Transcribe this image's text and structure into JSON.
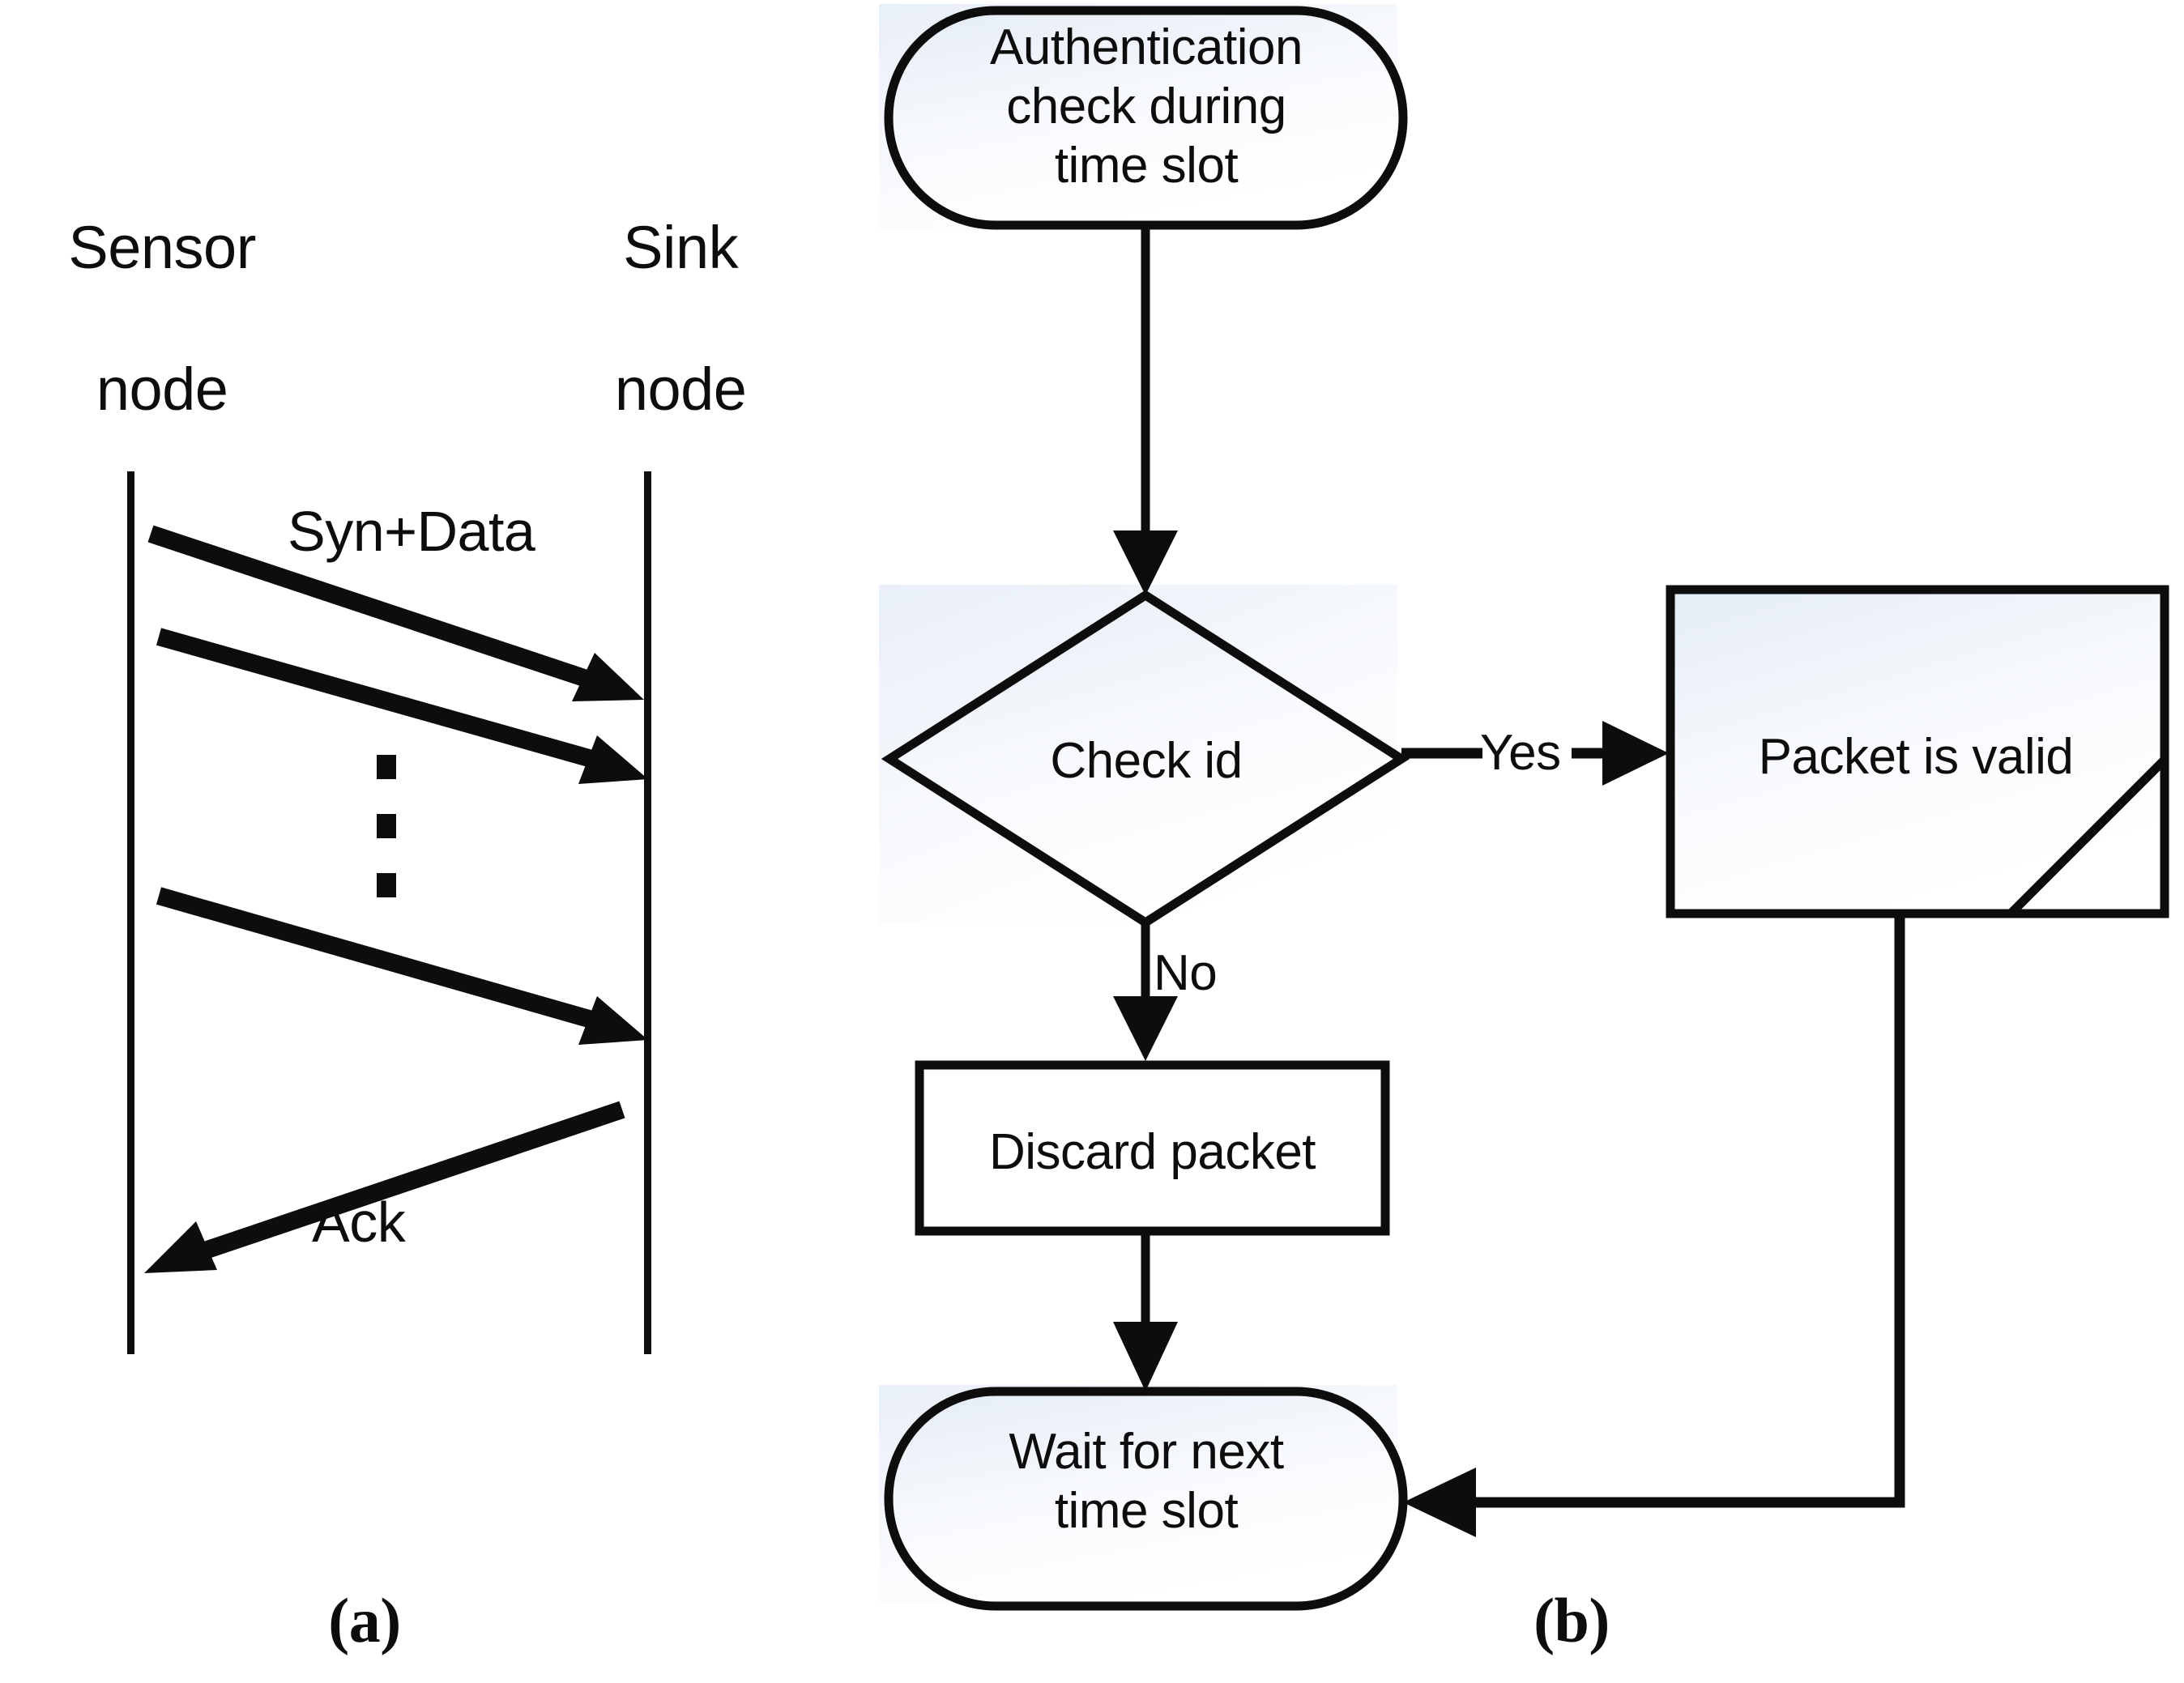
{
  "figure": {
    "background": "#ffffff",
    "stroke_color": "#0d0d0d",
    "shape_fill_top": "#e8eef7",
    "shape_fill_bottom": "#fdfefe",
    "backdrop_tint": "#eef2f8"
  },
  "panel_a": {
    "caption": "(a)",
    "actors": [
      {
        "name": "sensor-node",
        "line1": "Sensor",
        "line2": "node"
      },
      {
        "name": "sink-node",
        "line1": "Sink",
        "line2": "node"
      }
    ],
    "messages": [
      {
        "name": "syn-data-1",
        "label": "Syn+Data",
        "direction": "sensor-to-sink"
      },
      {
        "name": "syn-data-2",
        "label": "",
        "direction": "sensor-to-sink"
      },
      {
        "name": "syn-data-n",
        "label": "",
        "direction": "sensor-to-sink"
      },
      {
        "name": "ack",
        "label": "Ack",
        "direction": "sink-to-sensor"
      }
    ],
    "continuation": "vertical-ellipsis"
  },
  "panel_b": {
    "caption": "(b)",
    "nodes": [
      {
        "id": "start",
        "shape": "stadium",
        "text": "Authentication\ncheck during\ntime slot"
      },
      {
        "id": "decision",
        "shape": "diamond",
        "text": "Check id"
      },
      {
        "id": "valid",
        "shape": "cut-corner-rect",
        "text": "Packet is valid"
      },
      {
        "id": "discard",
        "shape": "rect",
        "text": "Discard packet"
      },
      {
        "id": "wait",
        "shape": "stadium",
        "text": "Wait for next\ntime slot"
      }
    ],
    "edges": [
      {
        "from": "start",
        "to": "decision",
        "label": ""
      },
      {
        "from": "decision",
        "to": "valid",
        "label": "Yes"
      },
      {
        "from": "decision",
        "to": "discard",
        "label": "No"
      },
      {
        "from": "discard",
        "to": "wait",
        "label": ""
      },
      {
        "from": "valid",
        "to": "wait",
        "label": ""
      }
    ]
  }
}
